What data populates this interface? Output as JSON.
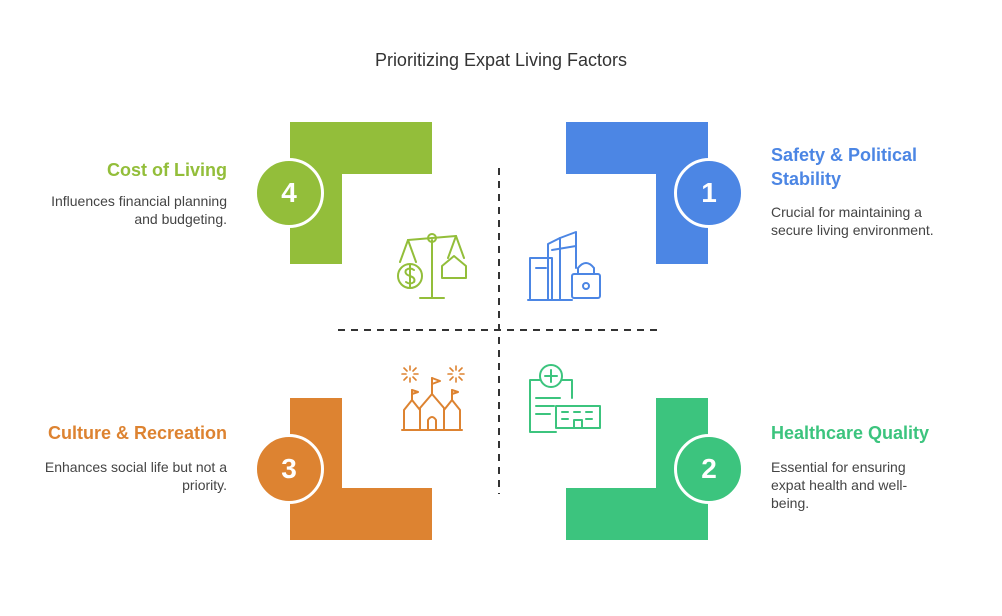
{
  "title": "Prioritizing Expat Living Factors",
  "colors": {
    "safety": "#4C86E4",
    "healthcare": "#3CC47E",
    "culture": "#DD8331",
    "cost": "#93BE3A"
  },
  "quadrants": {
    "cost": {
      "number": "4",
      "heading": "Cost of Living",
      "description": "Influences financial planning and budgeting.",
      "icon": "scale-money-house-icon"
    },
    "safety": {
      "number": "1",
      "heading": "Safety & Political Stability",
      "description": "Crucial for maintaining a secure living environment.",
      "icon": "buildings-lock-icon"
    },
    "culture": {
      "number": "3",
      "heading": "Culture & Recreation",
      "description": "Enhances social life but not a priority.",
      "icon": "castle-fireworks-icon"
    },
    "healthcare": {
      "number": "2",
      "heading": "Healthcare Quality",
      "description": "Essential for ensuring expat health and well-being.",
      "icon": "hospital-clipboard-icon"
    }
  }
}
